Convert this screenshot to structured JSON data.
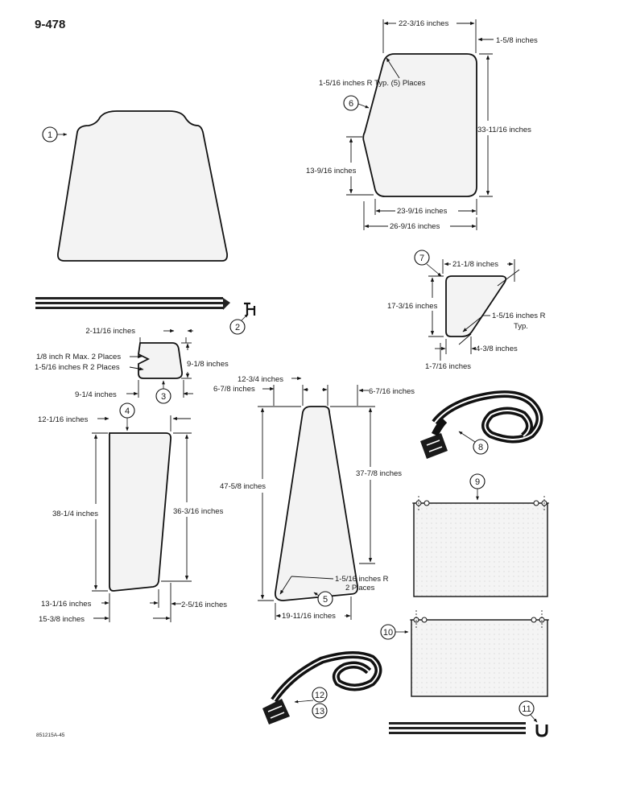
{
  "page": {
    "number": "9-478",
    "reference": "851215A-45"
  },
  "callouts": [
    "1",
    "2",
    "3",
    "4",
    "5",
    "6",
    "7",
    "8",
    "9",
    "10",
    "11",
    "12",
    "13"
  ],
  "dimensions": {
    "p6_width_top": "22-3/16 inches",
    "p6_offset": "1-5/8 inches",
    "p6_radius": "1-5/16 inches R Typ. (5) Places",
    "p6_height": "33-11/16 inches",
    "p6_side": "13-9/16 inches",
    "p6_bottom": "23-9/16 inches",
    "p6_total": "26-9/16 inches",
    "p7_width": "21-1/8 inches",
    "p7_height": "17-3/16 inches",
    "p7_radius": "1-5/16 inches R",
    "p7_radius_typ": "Typ.",
    "p7_bottom": "4-3/8 inches",
    "p7_offset": "1-7/16 inches",
    "p3_width": "2-11/16 inches",
    "p3_radius1": "1/8 inch R Max. 2 Places",
    "p3_radius2": "1-5/16 inches R 2 Places",
    "p3_height": "9-1/8 inches",
    "p3_bottom": "9-1/4 inches",
    "p4_top": "12-1/16 inches",
    "p4_left": "38-1/4 inches",
    "p4_right": "36-3/16 inches",
    "p4_bottom": "13-1/16 inches",
    "p4_offset": "2-5/16 inches",
    "p4_total": "15-3/8 inches",
    "p5_top": "12-3/4 inches",
    "p5_left_off": "6-7/8 inches",
    "p5_right_off": "6-7/16 inches",
    "p5_height": "47-5/8 inches",
    "p5_right": "37-7/8 inches",
    "p5_radius": "1-5/16 inches R",
    "p5_radius_places": "2 Places",
    "p5_bottom": "19-11/16 inches"
  }
}
